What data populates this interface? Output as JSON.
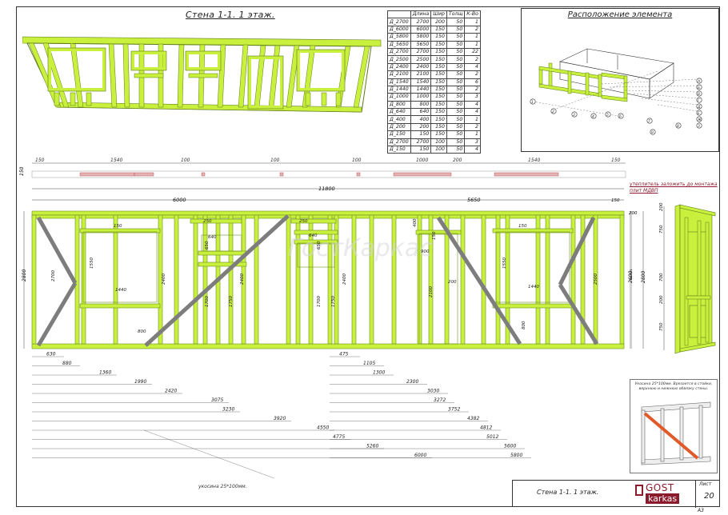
{
  "title": "Стена 1-1.   1 этаж.",
  "spec_table": {
    "headers": [
      "",
      "Длина",
      "Шир",
      "Толщ",
      "К-Во"
    ],
    "rows": [
      [
        "Д_2700",
        "2700",
        "200",
        "50",
        "1"
      ],
      [
        "Д_6000",
        "6000",
        "150",
        "50",
        "2"
      ],
      [
        "Д_5800",
        "5800",
        "150",
        "50",
        "1"
      ],
      [
        "Д_5650",
        "5650",
        "150",
        "50",
        "1"
      ],
      [
        "Д_2700",
        "2700",
        "150",
        "50",
        "22"
      ],
      [
        "Д_2500",
        "2500",
        "150",
        "50",
        "2"
      ],
      [
        "Д_2400",
        "2400",
        "150",
        "50",
        "4"
      ],
      [
        "Д_2100",
        "2100",
        "150",
        "50",
        "2"
      ],
      [
        "Д_1540",
        "1540",
        "150",
        "50",
        "6"
      ],
      [
        "Д_1440",
        "1440",
        "150",
        "50",
        "2"
      ],
      [
        "Д_1000",
        "1000",
        "150",
        "50",
        "3"
      ],
      [
        "Д_800",
        "800",
        "150",
        "50",
        "4"
      ],
      [
        "Д_640",
        "640",
        "150",
        "50",
        "4"
      ],
      [
        "Д_400",
        "400",
        "150",
        "50",
        "1"
      ],
      [
        "Д_200",
        "200",
        "150",
        "50",
        "2"
      ],
      [
        "Д_150",
        "150",
        "150",
        "50",
        "1"
      ],
      [
        "Д_2700",
        "2700",
        "100",
        "50",
        "3"
      ],
      [
        "Д_150",
        "150",
        "100",
        "50",
        "4"
      ]
    ]
  },
  "location": {
    "title": "Расположение элемента",
    "axis_labels": [
      "1",
      "2",
      "3",
      "4",
      "5",
      "6",
      "7",
      "8",
      "9",
      "А",
      "Б",
      "В",
      "Г",
      "Д",
      "Е",
      "Ж",
      "З"
    ]
  },
  "plan_dims": {
    "top": [
      "150",
      "1540",
      "100",
      "100",
      "100",
      "1000",
      "200",
      "1540",
      "150"
    ],
    "left": "150"
  },
  "main_dims": {
    "overall": "11800",
    "left_part": "6000",
    "right_part": "5650",
    "end_part": "150",
    "height_left": "2800",
    "height_right_a": "2600",
    "height_right_b": "2800",
    "height_right_small": "200",
    "inner": [
      "2700",
      "1550",
      "150",
      "1440",
      "800",
      "2400",
      "250",
      "640",
      "650",
      "1700",
      "1750",
      "2400",
      "250",
      "640",
      "650",
      "1700",
      "1750",
      "2400",
      "400",
      "150",
      "900",
      "2100",
      "200",
      "1550",
      "150",
      "1440",
      "800",
      "2500"
    ],
    "bottom_left": [
      "630",
      "880",
      "1360",
      "1990",
      "2420",
      "3075",
      "3230",
      "3920",
      "4550",
      "4775",
      "5260",
      "6000"
    ],
    "bottom_right": [
      "475",
      "1105",
      "1300",
      "2300",
      "3030",
      "3272",
      "3752",
      "4382",
      "4812",
      "5012",
      "5600",
      "5800"
    ]
  },
  "side_dims": [
    "200",
    "750",
    "700",
    "200",
    "750"
  ],
  "red_note": "утеплитель заложить до монтажа плит МДВП",
  "brace_note": "укосина 25*100мм.",
  "inset_note": "Укосина 25*100мм. Врезается в стойки, верхнюю и нижнюю обвязку стены.",
  "watermark": "ГостКаркас",
  "stamp": {
    "name": "Стена 1-1.    1 этаж.",
    "logo_top": "GOST",
    "logo_bottom": "karkas",
    "sheet_label": "Лист",
    "sheet_no": "20",
    "format": "А3"
  },
  "colors": {
    "timber": "#c8f03c",
    "timber_dark": "#7ea82a",
    "brace": "#7d7d7d",
    "plan_red": "#d99",
    "inset_brace": "#e05a2a",
    "brand": "#8b1a2c"
  }
}
